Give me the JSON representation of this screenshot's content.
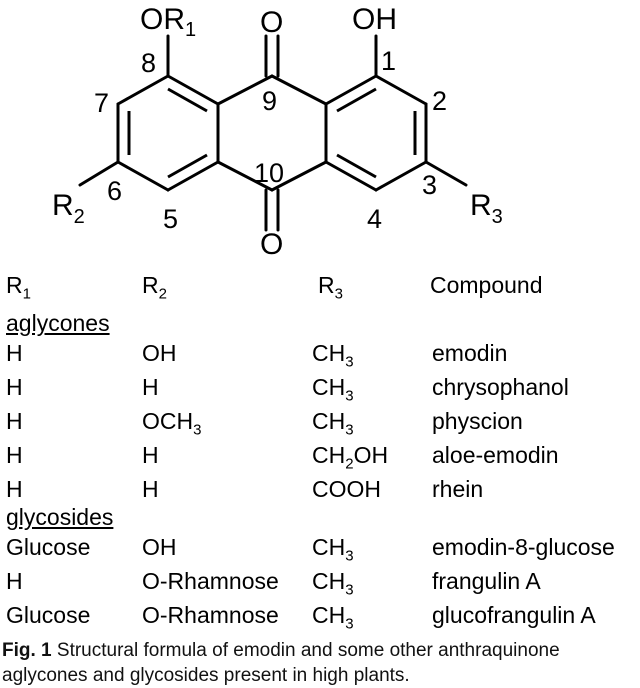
{
  "structure": {
    "substituents": {
      "top_left": "OR",
      "top_left_sub": "1",
      "top_center_oxygen": "O",
      "top_right": "OH",
      "bottom_center_oxygen": "O",
      "left": "R",
      "left_sub": "2",
      "right": "R",
      "right_sub": "3"
    },
    "positions": [
      "1",
      "2",
      "3",
      "4",
      "5",
      "6",
      "7",
      "8",
      "9",
      "10"
    ]
  },
  "table": {
    "headers": [
      {
        "main": "R",
        "sub": "1"
      },
      {
        "main": "R",
        "sub": "2"
      },
      {
        "main": "R",
        "sub": "3"
      },
      {
        "main": "Compound",
        "sub": ""
      }
    ],
    "sections": [
      {
        "title": "aglycones",
        "rows": [
          {
            "r1": "H",
            "r2": [
              [
                "OH",
                ""
              ]
            ],
            "r3": [
              [
                "CH",
                "3"
              ]
            ],
            "compound": "emodin"
          },
          {
            "r1": "H",
            "r2": [
              [
                "H",
                ""
              ]
            ],
            "r3": [
              [
                "CH",
                "3"
              ]
            ],
            "compound": "chrysophanol"
          },
          {
            "r1": "H",
            "r2": [
              [
                "OCH",
                "3"
              ]
            ],
            "r3": [
              [
                "CH",
                "3"
              ]
            ],
            "compound": "physcion"
          },
          {
            "r1": "H",
            "r2": [
              [
                "H",
                ""
              ]
            ],
            "r3": [
              [
                "CH",
                "2"
              ],
              [
                "OH",
                ""
              ]
            ],
            "compound": "aloe-emodin"
          },
          {
            "r1": "H",
            "r2": [
              [
                "H",
                ""
              ]
            ],
            "r3": [
              [
                "COOH",
                ""
              ]
            ],
            "compound": "rhein"
          }
        ]
      },
      {
        "title": "glycosides",
        "rows": [
          {
            "r1": "Glucose",
            "r2": [
              [
                "OH",
                ""
              ]
            ],
            "r3": [
              [
                "CH",
                "3"
              ]
            ],
            "compound": "emodin-8-glucose"
          },
          {
            "r1": "H",
            "r2": [
              [
                "O-Rhamnose",
                ""
              ]
            ],
            "r3": [
              [
                "CH",
                "3"
              ]
            ],
            "compound": "frangulin A"
          },
          {
            "r1": "Glucose",
            "r2": [
              [
                "O-Rhamnose",
                ""
              ]
            ],
            "r3": [
              [
                "CH",
                "3"
              ]
            ],
            "compound": "glucofrangulin A"
          }
        ]
      }
    ]
  },
  "caption": {
    "label": "Fig. 1",
    "text": "Structural formula of emodin and some other anthraquinone aglycones and glycosides present in high plants."
  }
}
